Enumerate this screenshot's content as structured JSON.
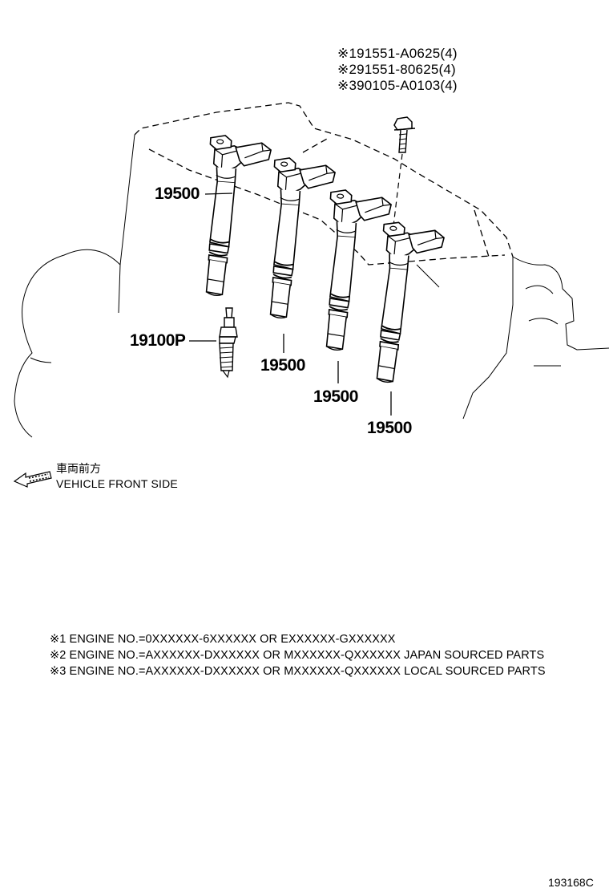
{
  "callouts": [
    "※191551-A0625(4)",
    "※291551-80625(4)",
    "※390105-A0103(4)"
  ],
  "parts": {
    "coil_1": "19500",
    "coil_2": "19500",
    "coil_3": "19500",
    "coil_4": "19500",
    "spark_plug": "19100P"
  },
  "front_side": {
    "jp": "車両前方",
    "en": "VEHICLE FRONT SIDE"
  },
  "notes": [
    "※1 ENGINE NO.=0XXXXXX-6XXXXXX OR EXXXXXX-GXXXXXX",
    "※2 ENGINE NO.=AXXXXXX-DXXXXXX OR MXXXXXX-QXXXXXX JAPAN SOURCED PARTS",
    "※3 ENGINE NO.=AXXXXXX-DXXXXXX OR MXXXXXX-QXXXXXX LOCAL SOURCED PARTS"
  ],
  "figure_number": "193168C"
}
